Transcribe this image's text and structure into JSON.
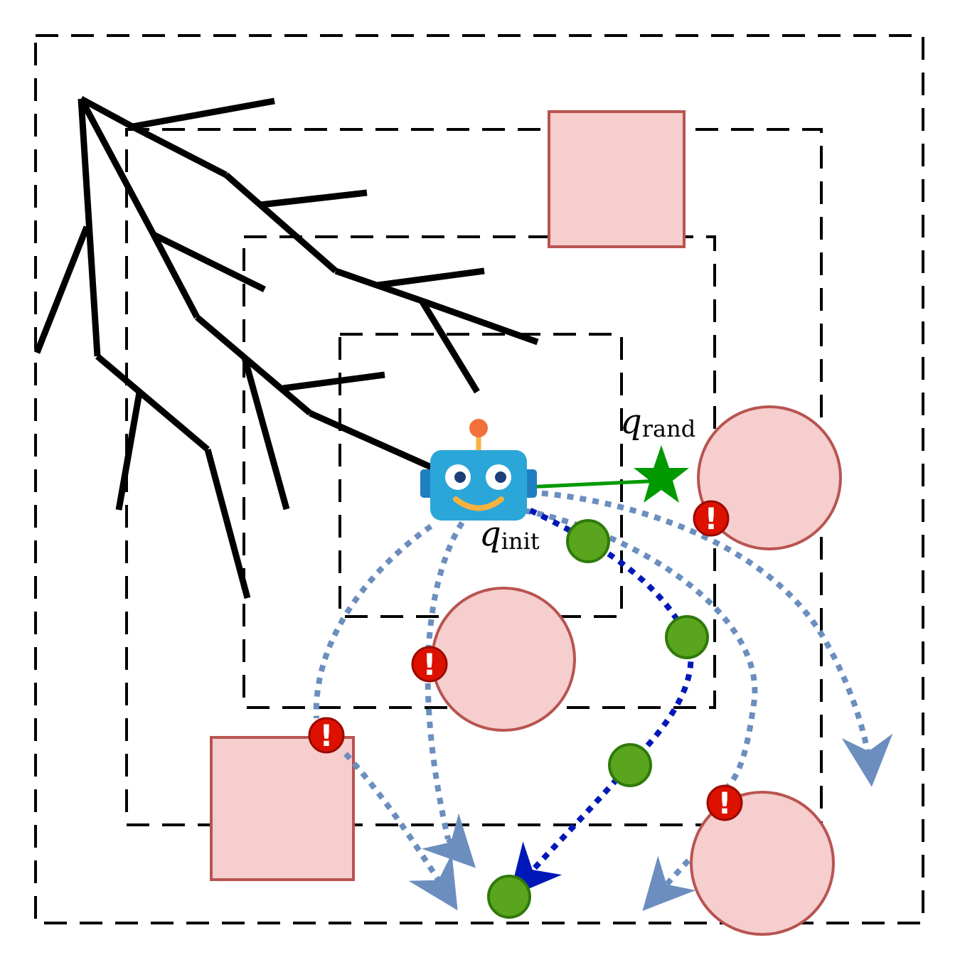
{
  "labels": {
    "q_init": "q",
    "q_init_sub": "init",
    "q_rand": "q",
    "q_rand_sub": "rand"
  },
  "icons": {
    "robot": "robot-icon",
    "target": "star-icon",
    "collision": "warning-icon",
    "waypoint": "waypoint-icon"
  },
  "warning_glyph": "!",
  "colors": {
    "obstacle_fill": "#f6cece",
    "obstacle_stroke": "#b85450",
    "tree": "#000000",
    "candidate_path": "#6c8ebf",
    "chosen_path": "#0018b8",
    "waypoint_fill": "#5aa51e",
    "waypoint_stroke": "#2f7a0a",
    "warning_fill": "#dd1100",
    "star": "#009a00",
    "robot_body": "#2ba6d8"
  }
}
